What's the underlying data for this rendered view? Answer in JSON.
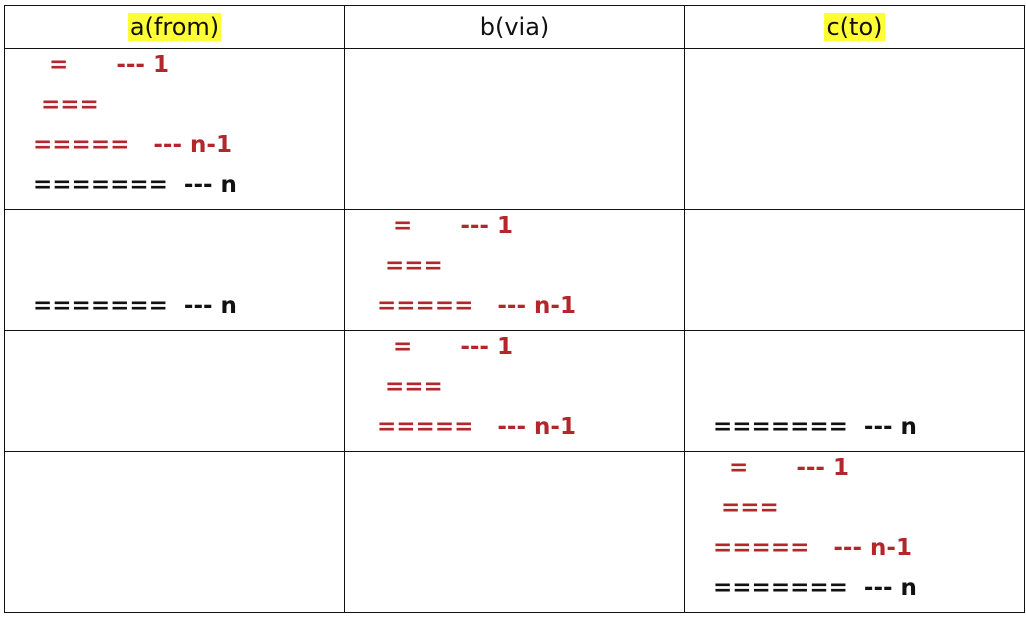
{
  "table": {
    "headers": [
      {
        "label": "a(from)",
        "highlight": true
      },
      {
        "label": "b(via)",
        "highlight": false
      },
      {
        "label": "c(to)",
        "highlight": true
      }
    ],
    "rows": [
      {
        "a": [
          {
            "text": "  =      --- 1",
            "color": "red"
          },
          {
            "text": " ===",
            "color": "red"
          },
          {
            "text": "=====   --- n-1",
            "color": "red"
          },
          {
            "text": "=======  --- n",
            "color": "black"
          }
        ],
        "b": [],
        "c": []
      },
      {
        "a": [
          {
            "text": "=======  --- n",
            "color": "black"
          }
        ],
        "b": [
          {
            "text": "  =      --- 1",
            "color": "red"
          },
          {
            "text": " ===",
            "color": "red"
          },
          {
            "text": "=====   --- n-1",
            "color": "red"
          }
        ],
        "c": []
      },
      {
        "a": [],
        "b": [
          {
            "text": "  =      --- 1",
            "color": "red"
          },
          {
            "text": " ===",
            "color": "red"
          },
          {
            "text": "=====   --- n-1",
            "color": "red"
          }
        ],
        "c": [
          {
            "text": "=======  --- n",
            "color": "black"
          }
        ]
      },
      {
        "a": [],
        "b": [],
        "c": [
          {
            "text": "  =      --- 1",
            "color": "red"
          },
          {
            "text": " ===",
            "color": "red"
          },
          {
            "text": "=====   --- n-1",
            "color": "red"
          },
          {
            "text": "=======  --- n",
            "color": "black"
          }
        ]
      }
    ]
  },
  "colors": {
    "red": "#b3262b",
    "black": "#111111",
    "highlight": "#ffff33"
  }
}
